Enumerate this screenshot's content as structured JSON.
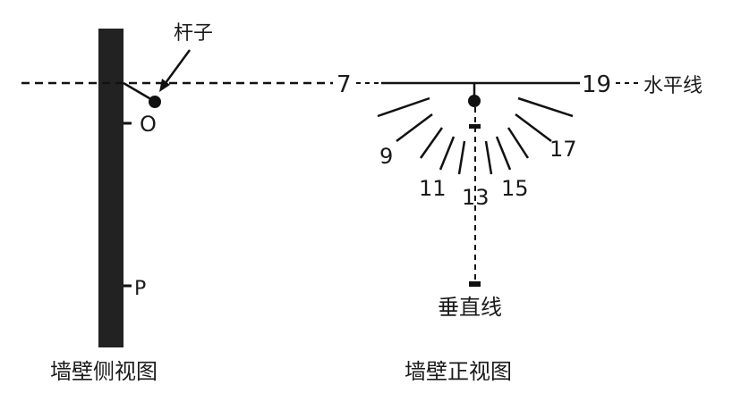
{
  "side_view": {
    "caption": "墙壁侧视图",
    "rod_label": "杆子",
    "point_o": "O",
    "point_p": "P"
  },
  "front_view": {
    "caption": "墙壁正视图",
    "horizontal_label": "水平线",
    "vertical_label": "垂直线",
    "hour_marks": [
      "7",
      "9",
      "11",
      "13",
      "15",
      "17",
      "19"
    ]
  },
  "colors": {
    "ink": "#1a1a1a",
    "wall": "#222222",
    "background": "#ffffff"
  }
}
